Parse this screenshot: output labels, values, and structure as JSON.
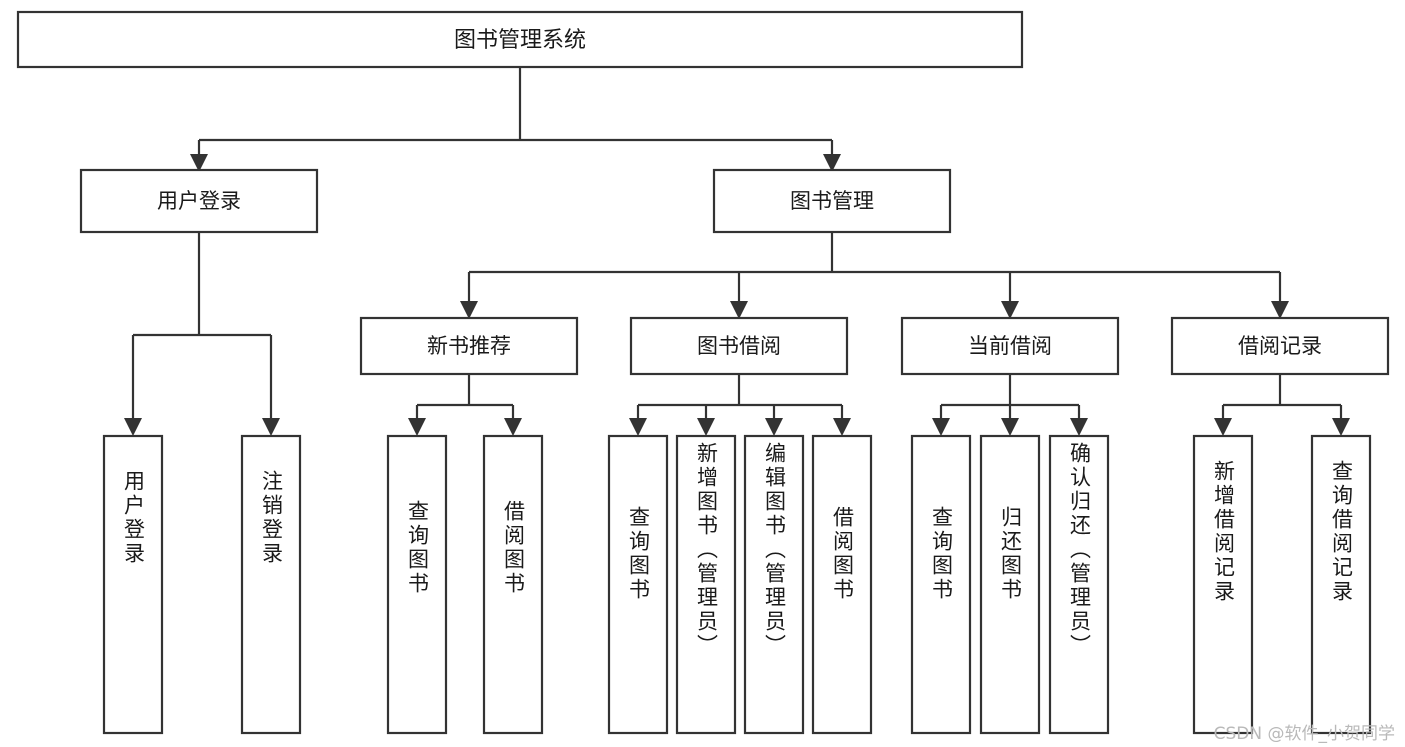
{
  "diagram": {
    "type": "tree",
    "title": "图书管理系统",
    "watermark": "CSDN @软件_小贺同学",
    "colors": {
      "background": "#ffffff",
      "stroke": "#333333",
      "text": "#1a1a1a",
      "watermark": "#b9b9b9"
    },
    "root": {
      "label": "图书管理系统",
      "children": [
        {
          "label": "用户登录",
          "children": [
            {
              "label": "用户登录"
            },
            {
              "label": "注销登录"
            }
          ]
        },
        {
          "label": "图书管理",
          "children": [
            {
              "label": "新书推荐",
              "children": [
                {
                  "label": "查询图书"
                },
                {
                  "label": "借阅图书"
                }
              ]
            },
            {
              "label": "图书借阅",
              "children": [
                {
                  "label": "查询图书"
                },
                {
                  "label": "新增图书（管理员）"
                },
                {
                  "label": "编辑图书（管理员）"
                },
                {
                  "label": "借阅图书"
                }
              ]
            },
            {
              "label": "当前借阅",
              "children": [
                {
                  "label": "查询图书"
                },
                {
                  "label": "归还图书"
                },
                {
                  "label": "确认归还（管理员）"
                }
              ]
            },
            {
              "label": "借阅记录",
              "children": [
                {
                  "label": "新增借阅记录"
                },
                {
                  "label": "查询借阅记录"
                }
              ]
            }
          ]
        }
      ]
    },
    "nodes": {
      "root": {
        "label": "图书管理系统"
      },
      "level2": [
        {
          "label": "用户登录"
        },
        {
          "label": "图书管理"
        }
      ],
      "level3": [
        {
          "label": "新书推荐"
        },
        {
          "label": "图书借阅"
        },
        {
          "label": "当前借阅"
        },
        {
          "label": "借阅记录"
        }
      ],
      "leaves": [
        {
          "label": "用户登录"
        },
        {
          "label": "注销登录"
        },
        {
          "label": "查询图书"
        },
        {
          "label": "借阅图书"
        },
        {
          "label": "查询图书"
        },
        {
          "label": "新增图书（管理员）"
        },
        {
          "label": "编辑图书（管理员）"
        },
        {
          "label": "借阅图书"
        },
        {
          "label": "查询图书"
        },
        {
          "label": "归还图书"
        },
        {
          "label": "确认归还（管理员）"
        },
        {
          "label": "新增借阅记录"
        },
        {
          "label": "查询借阅记录"
        }
      ]
    }
  }
}
